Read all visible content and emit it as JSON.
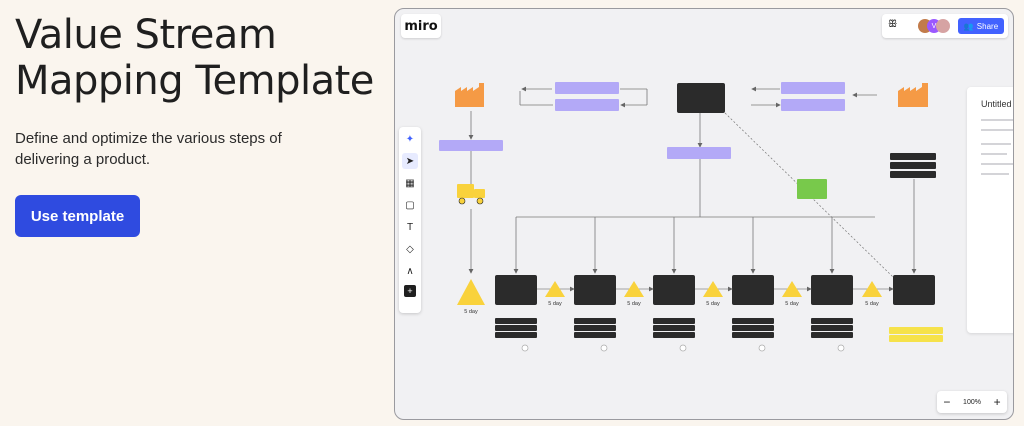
{
  "hero": {
    "title": "Value Stream Mapping Template",
    "subtitle": "Define and optimize the various steps of delivering a product.",
    "cta_label": "Use template"
  },
  "board": {
    "logo": "miro",
    "avatar_initial": "V",
    "share_label": "Share",
    "zoom_minus": "−",
    "zoom_level": "100%",
    "zoom_plus": "+",
    "panel_title": "Untitled c",
    "tools": [
      "sparkle-icon",
      "cursor-icon",
      "template-icon",
      "sticky-note-icon",
      "text-icon",
      "shapes-icon",
      "pen-icon",
      "add-icon"
    ],
    "day_label": "5 day",
    "colors": {
      "process": "#2b2b2b",
      "info": "#b3a9f7",
      "supplier": "#f59a45",
      "truck": "#f9d23c",
      "triangle": "#f9d23c",
      "note": "#78c94b",
      "sticky": "#f6e24a",
      "accent": "#2f4be0"
    }
  }
}
